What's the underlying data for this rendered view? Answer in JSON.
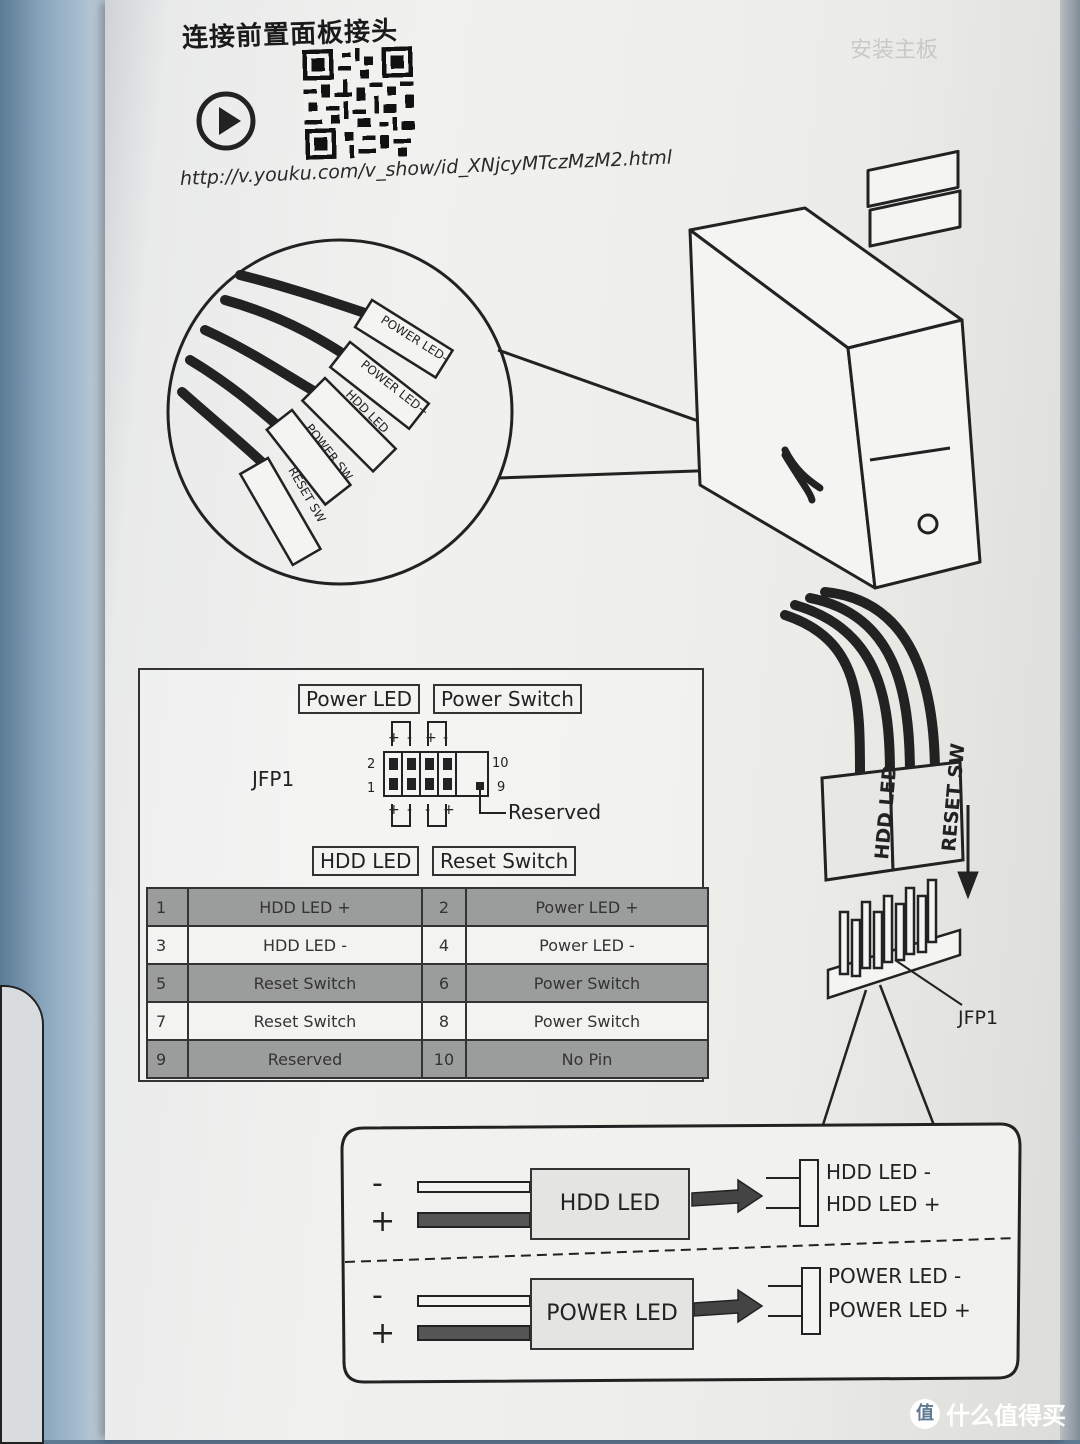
{
  "page": {
    "title": "连接前置面板接头",
    "faint_title": "安装主板",
    "url": "http://v.youku.com/v_show/id_XNjcyMTczMzM2.html"
  },
  "connectors_callout": [
    {
      "label": "POWER LED-"
    },
    {
      "label": "POWER LED+"
    },
    {
      "label": "HDD LED"
    },
    {
      "label": "POWER SW"
    },
    {
      "label": "RESET SW"
    }
  ],
  "jfp1_diagram": {
    "header": "JFP1",
    "power_led": "Power LED",
    "power_switch": "Power Switch",
    "hdd_led": "HDD LED",
    "reset_switch": "Reset Switch",
    "reserved": "Reserved",
    "pin_2": "2",
    "pin_1": "1",
    "pin_10": "10",
    "pin_9": "9"
  },
  "pin_table": [
    {
      "a_num": "1",
      "a_name": "HDD LED +",
      "b_num": "2",
      "b_name": "Power LED +"
    },
    {
      "a_num": "3",
      "a_name": "HDD LED -",
      "b_num": "4",
      "b_name": "Power LED -"
    },
    {
      "a_num": "5",
      "a_name": "Reset Switch",
      "b_num": "6",
      "b_name": "Power Switch"
    },
    {
      "a_num": "7",
      "a_name": "Reset Switch",
      "b_num": "8",
      "b_name": "Power Switch"
    },
    {
      "a_num": "9",
      "a_name": "Reserved",
      "b_num": "10",
      "b_name": "No Pin"
    }
  ],
  "header_illustration": {
    "plug_left": "HDD LED",
    "plug_right": "RESET SW",
    "jfp1_label": "JFP1"
  },
  "led_detail": {
    "hdd": {
      "box": "HDD LED",
      "neg": "-",
      "pos": "+",
      "pin_neg": "HDD LED -",
      "pin_pos": "HDD LED +"
    },
    "power": {
      "box": "POWER LED",
      "neg": "-",
      "pos": "+",
      "pin_neg": "POWER LED -",
      "pin_pos": "POWER LED +"
    }
  },
  "watermark": {
    "icon": "值",
    "text": "什么值得买"
  }
}
